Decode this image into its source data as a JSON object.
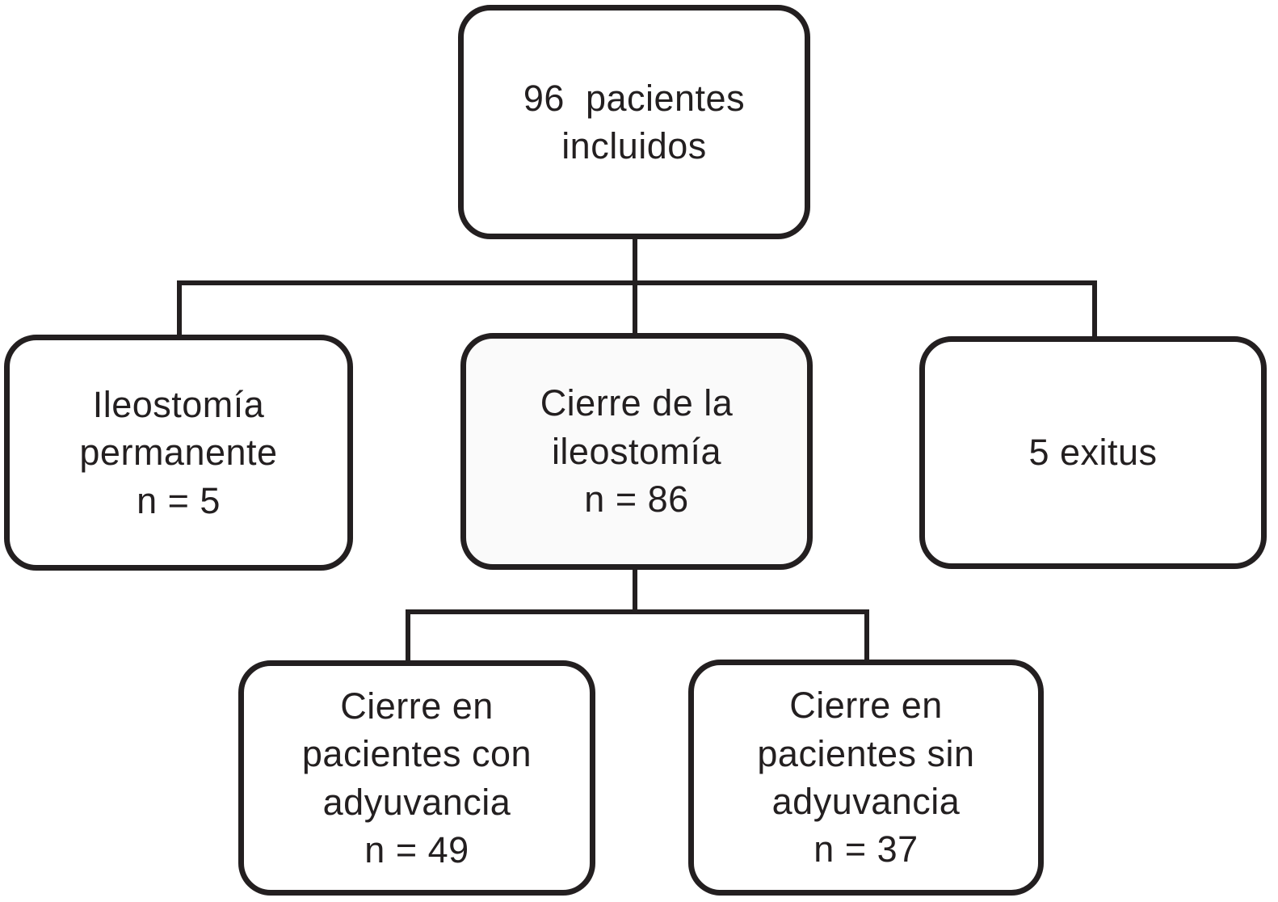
{
  "figure": {
    "type": "flowchart",
    "language": "es",
    "colors": {
      "ink": "#231f20",
      "background": "#ffffff",
      "node_fill": "#ffffff",
      "closure_node_fill": "#fafafa"
    },
    "nodes": {
      "included": {
        "text": "96  pacientes\nincluidos",
        "n": 96
      },
      "permanent_ileostomy": {
        "text": "Ileostomía\npermanente\nn = 5",
        "n": 5
      },
      "ileostomy_closure": {
        "text": "Cierre de la\nileostomía\nn = 86",
        "n": 86
      },
      "exitus": {
        "text": "5 exitus",
        "n": 5
      },
      "closure_with_adjuvant": {
        "text": "Cierre en\npacientes con\nadyuvancia\nn = 49",
        "n": 49
      },
      "closure_without_adjuvant": {
        "text": "Cierre en\npacientes sin\nadyuvancia\nn = 37",
        "n": 37
      }
    }
  }
}
